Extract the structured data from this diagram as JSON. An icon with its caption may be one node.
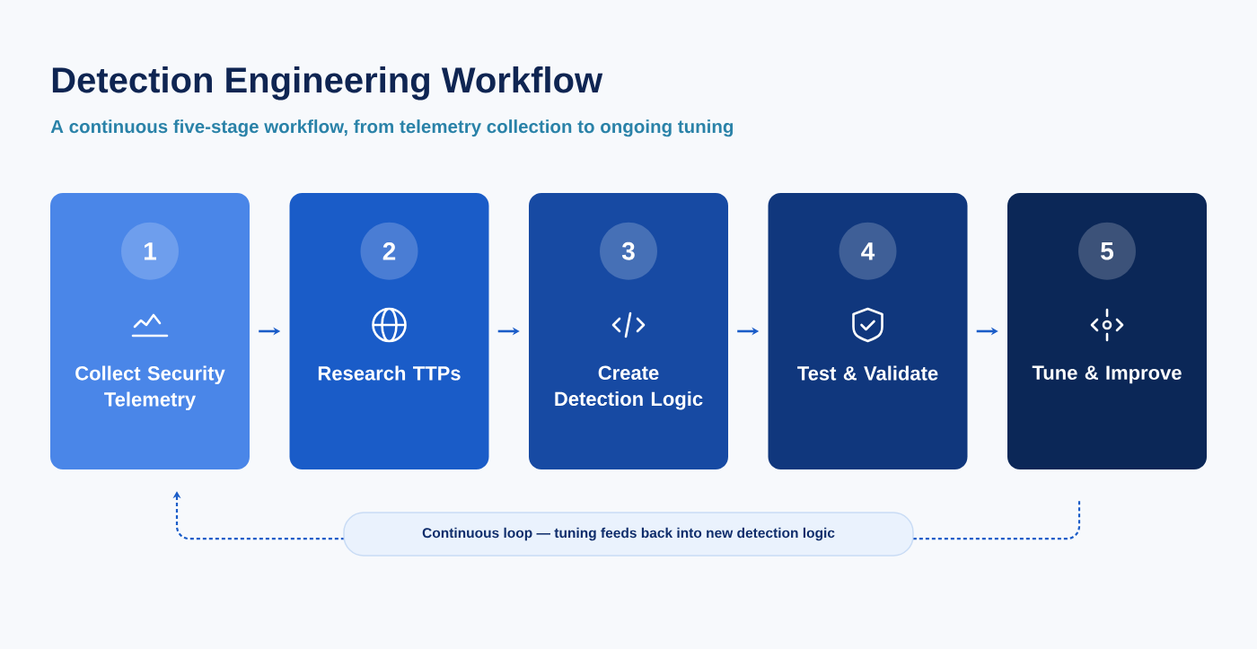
{
  "diagram": {
    "title": "Detection Engineering Workflow",
    "caption": "A continuous five-stage workflow, from telemetry collection to ongoing tuning",
    "nodes": [
      {
        "text": [
          "Collect Security Telemetry"
        ]
      },
      {
        "text": [
          "1"
        ],
        "in": 0
      },
      {
        "text": [
          "Research TTPs"
        ]
      },
      {
        "text": [
          "2"
        ],
        "in": 2
      },
      {
        "text": [
          "Create Detection Logic"
        ]
      },
      {
        "text": [
          "3"
        ],
        "in": 4
      },
      {
        "text": [
          "Test & Validate"
        ]
      },
      {
        "text": [
          "4"
        ],
        "in": 6
      },
      {
        "text": [
          "Tune & Improve"
        ]
      },
      {
        "text": [
          "5"
        ],
        "in": 8
      }
    ],
    "edges": [
      {
        "from": 0,
        "to": 2,
        "arrow": "to"
      },
      {
        "from": 2,
        "to": 4,
        "arrow": "to"
      },
      {
        "from": 4,
        "to": 6,
        "arrow": "to"
      },
      {
        "from": 6,
        "to": 8,
        "arrow": "to"
      },
      {
        "from": 8,
        "to": 0,
        "arrow": "to",
        "style": "dashed",
        "label": "Continuous loop — tuning feeds back into new detection logic"
      }
    ]
  }
}
